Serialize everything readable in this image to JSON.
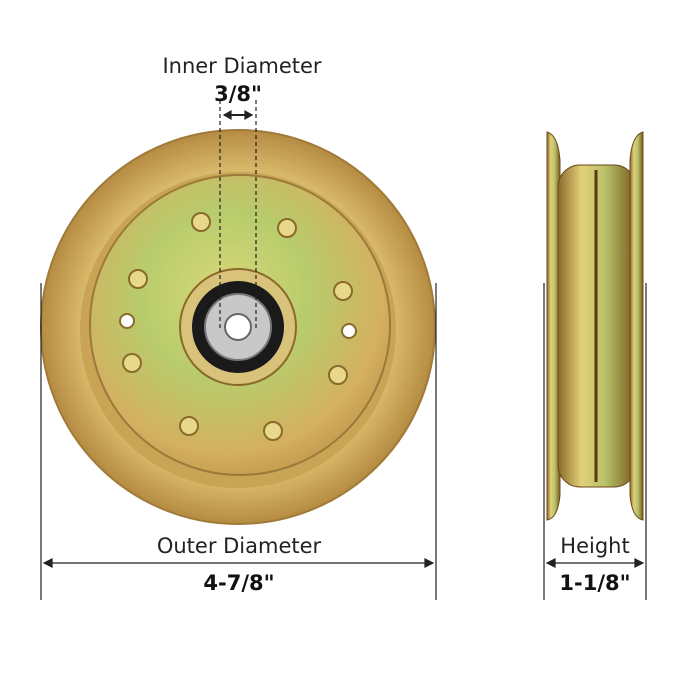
{
  "labels": {
    "inner_diameter": {
      "title": "Inner Diameter",
      "value": "3/8\""
    },
    "outer_diameter": {
      "title": "Outer Diameter",
      "value": "4-7/8\""
    },
    "height": {
      "title": "Height",
      "value": "1-1/8\""
    }
  },
  "colors": {
    "metal_gold": "#c9a84a",
    "metal_green": "#b9c86a",
    "bearing_black": "#1a1a1a"
  }
}
